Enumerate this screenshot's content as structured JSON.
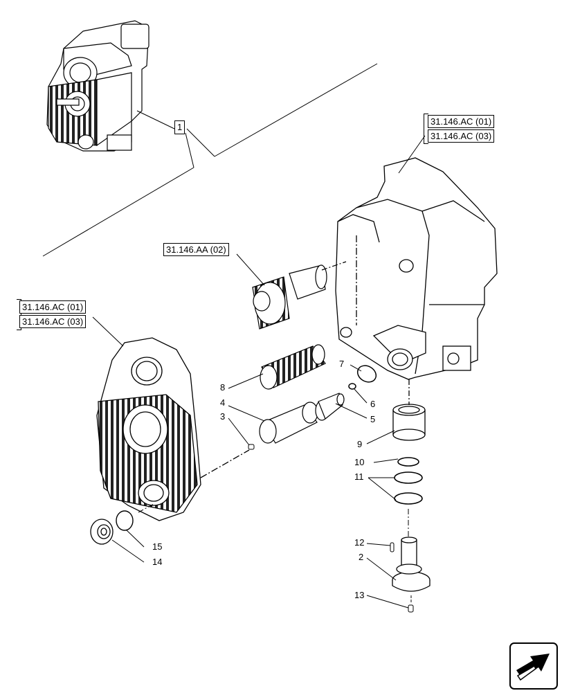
{
  "item_ref": "1",
  "refs": {
    "top_right": [
      "31.146.AC (01)",
      "31.146.AC (03)"
    ],
    "left": [
      "31.146.AC (01)",
      "31.146.AC (03)"
    ],
    "gear": "31.146.AA (02)"
  },
  "callouts": [
    "2",
    "3",
    "4",
    "5",
    "6",
    "7",
    "8",
    "9",
    "10",
    "11",
    "12",
    "13",
    "14",
    "15"
  ],
  "icons": {
    "nav": "next-page-arrow-icon"
  }
}
